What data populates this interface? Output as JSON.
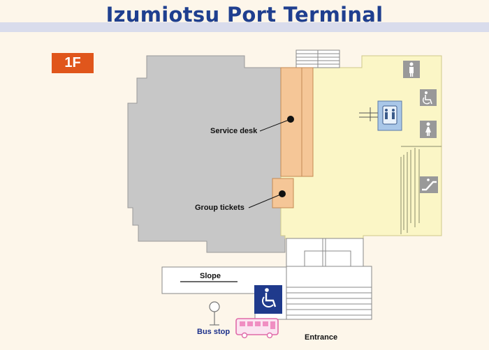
{
  "title": "Izumiotsu Port Terminal",
  "floor": "1F",
  "labels": {
    "service_desk": "Service desk",
    "group_tickets": "Group tickets",
    "slope": "Slope",
    "bus_stop": "Bus stop",
    "entrance": "Entrance"
  },
  "icons": [
    "restroom-men-icon",
    "accessible-restroom-icon",
    "elevator-icon",
    "restroom-women-icon",
    "escalator-icon",
    "wheelchair-icon",
    "bus-stop-sign-icon",
    "bus-icon"
  ],
  "colors": {
    "title": "#1f3f8f",
    "band": "#d9dcec",
    "floor_badge": "#e0561c",
    "gray_area": "#c7c7c7",
    "yellow_area": "#fbf6c6",
    "desk": "#f5c697",
    "wheelchair_sign": "#1f3a8c",
    "bus": "#f08ec2"
  }
}
